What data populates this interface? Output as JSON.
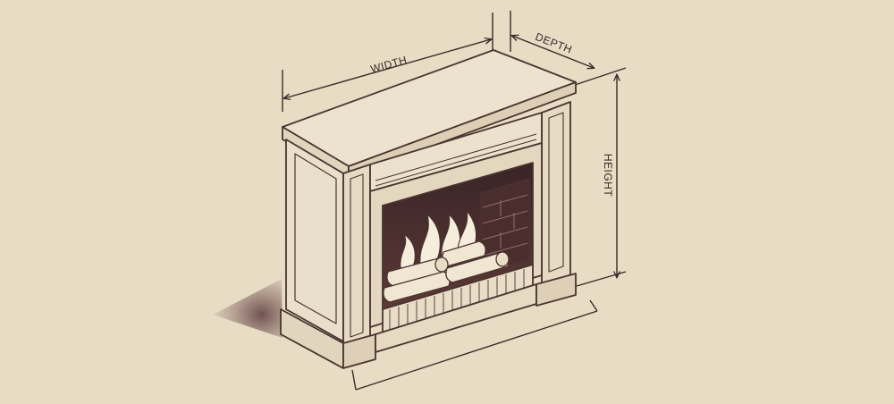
{
  "dimensions": {
    "width_label": "WIDTH",
    "depth_label": "DEPTH",
    "height_label": "HEIGHT"
  },
  "colors": {
    "background": "#e8dcc4",
    "line": "#4a3430",
    "mantel_fill": "#efe6d4",
    "shadow": "#6b4a48",
    "fire": "#f6eedd"
  }
}
